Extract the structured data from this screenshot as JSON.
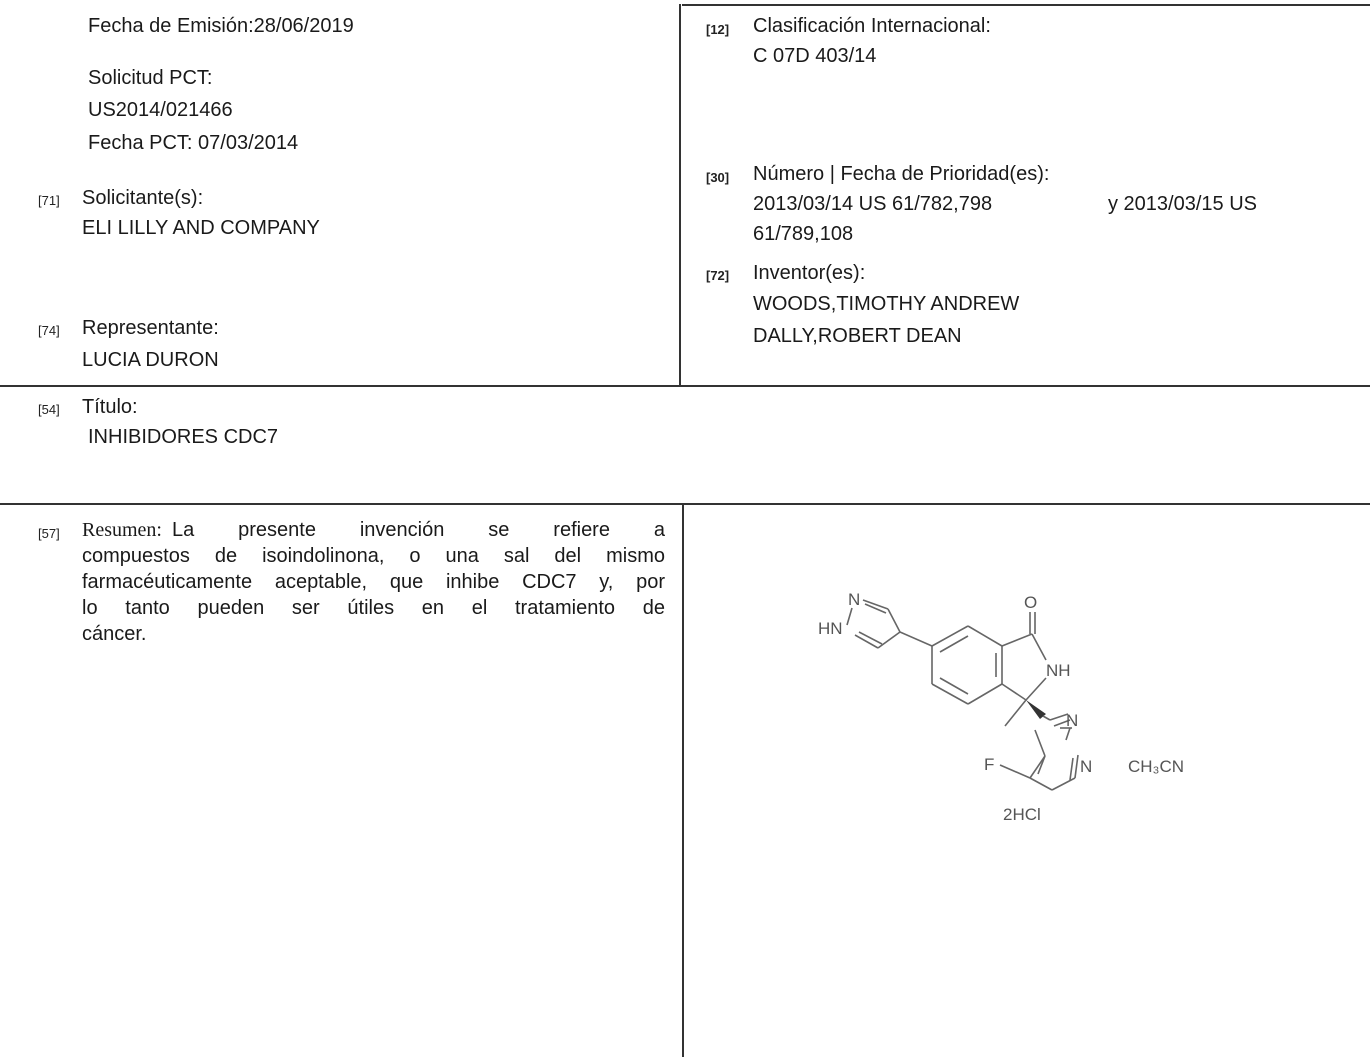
{
  "left": {
    "fecha_emision": "Fecha de Emisión:28/06/2019",
    "solicitud_pct_label": "Solicitud PCT:",
    "solicitud_pct_value": "US2014/021466",
    "fecha_pct": "Fecha PCT: 07/03/2014",
    "solicitante_code": "[71]",
    "solicitante_label": "Solicitante(s):",
    "solicitante_value": "ELI  LILLY AND COMPANY",
    "representante_code": "[74]",
    "representante_label": "Representante:",
    "representante_value": "LUCIA DURON"
  },
  "right": {
    "clasificacion_code": "[12]",
    "clasificacion_label": "Clasificación Internacional:",
    "clasificacion_value": "C 07D 403/14",
    "prioridad_code": "[30]",
    "prioridad_label": "Número | Fecha de Prioridad(es):",
    "prioridad_value_1a": "2013/03/14 US 61/782,798",
    "prioridad_value_1b": "y 2013/03/15 US",
    "prioridad_value_2": "61/789,108",
    "inventor_code": "[72]",
    "inventor_label": "Inventor(es):",
    "inventors": [
      "WOODS,TIMOTHY ANDREW",
      "DALLY,ROBERT DEAN"
    ]
  },
  "title": {
    "code": "[54]",
    "label": "Título:",
    "value": "INHIBIDORES CDC7"
  },
  "abstract": {
    "code": "[57]",
    "label": "Resumen:",
    "lines": [
      "La  presente  invención  se  refiere  a",
      "compuestos de isoindolinona, o una sal del mismo",
      "farmacéuticamente aceptable, que inhibe CDC7 y, por",
      "lo  tanto  pueden  ser  útiles  en  el  tratamiento  de",
      "cáncer."
    ]
  },
  "structure": {
    "atoms": {
      "n_top": "N",
      "hn": "HN",
      "o": "O",
      "nh": "NH",
      "n_pyr_top": "N",
      "n_pyr_bottom": "N",
      "f": "F",
      "ch3cn": "CH₃CN",
      "hcl": "2HCl"
    }
  }
}
